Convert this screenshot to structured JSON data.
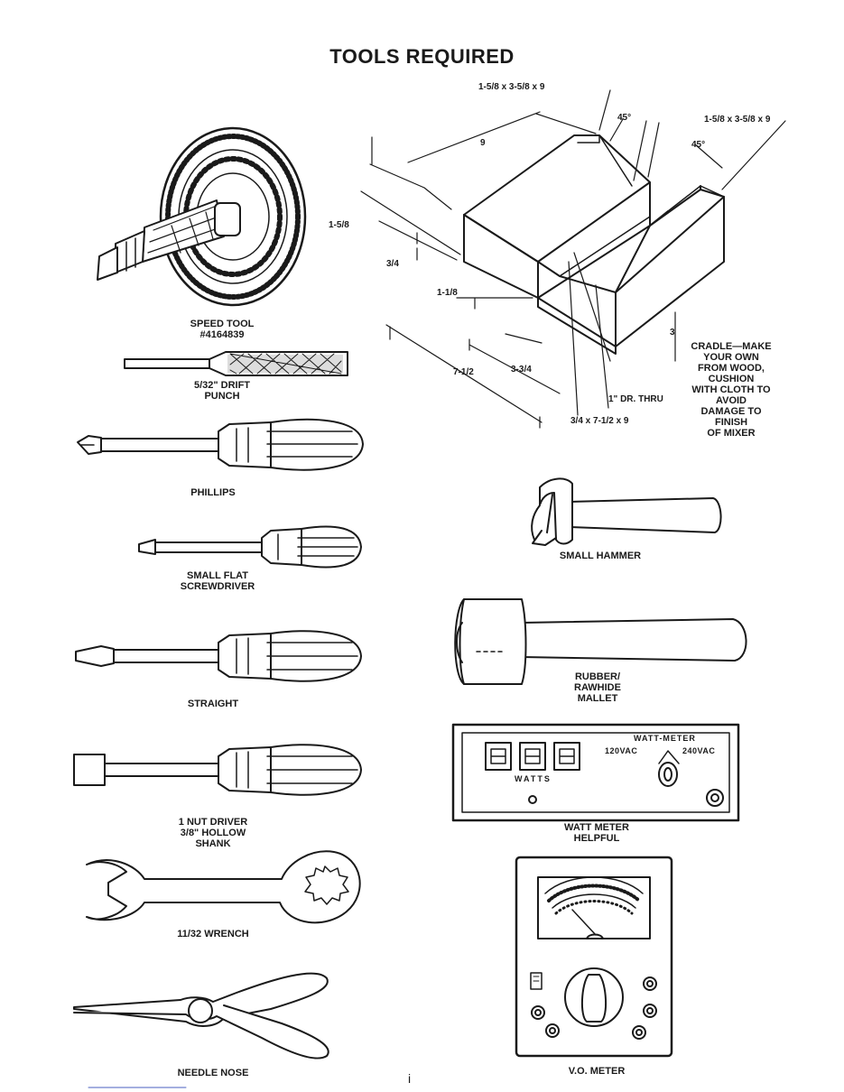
{
  "title": "TOOLS REQUIRED",
  "tools": {
    "speed_tool": "SPEED TOOL\n#4164839",
    "drift_punch": "5/32\" DRIFT\nPUNCH",
    "phillips": "PHILLIPS",
    "small_flat": "SMALL FLAT\nSCREWDRIVER",
    "straight": "STRAIGHT",
    "nut_driver": "1 NUT DRIVER\n3/8\" HOLLOW\nSHANK",
    "wrench": "11/32 WRENCH",
    "needle_nose": "NEEDLE NOSE",
    "small_hammer": "SMALL HAMMER",
    "mallet": "RUBBER/\nRAWHIDE\nMALLET",
    "watt_meter": "WATT METER\nHELPFUL",
    "vo_meter": "V.O. METER"
  },
  "cradle": {
    "note": "CRADLE—MAKE\nYOUR OWN\nFROM WOOD,\nCUSHION\nWITH CLOTH TO\nAVOID\nDAMAGE TO\nFINISH\nOF MIXER",
    "dims": {
      "top_left_block": "1-5/8 x 3-5/8 x 9",
      "top_right_block": "1-5/8 x 3-5/8 x 9",
      "angle_left": "45°",
      "angle_right": "45°",
      "length": "9",
      "height_top": "1-5/8",
      "thickness_top": "3/4",
      "inset": "1-1/8",
      "base_length": "7-1/2",
      "base_inset": "3-3/4",
      "hole": "1\" DR. THRU",
      "base_board": "3/4 x 7-1/2 x 9",
      "height": "3"
    }
  },
  "watt_meter_panel": {
    "header": "WATT-METER",
    "left_voltage": "120VAC",
    "right_voltage": "240VAC",
    "unit": "WATTS"
  },
  "page_number": "i"
}
